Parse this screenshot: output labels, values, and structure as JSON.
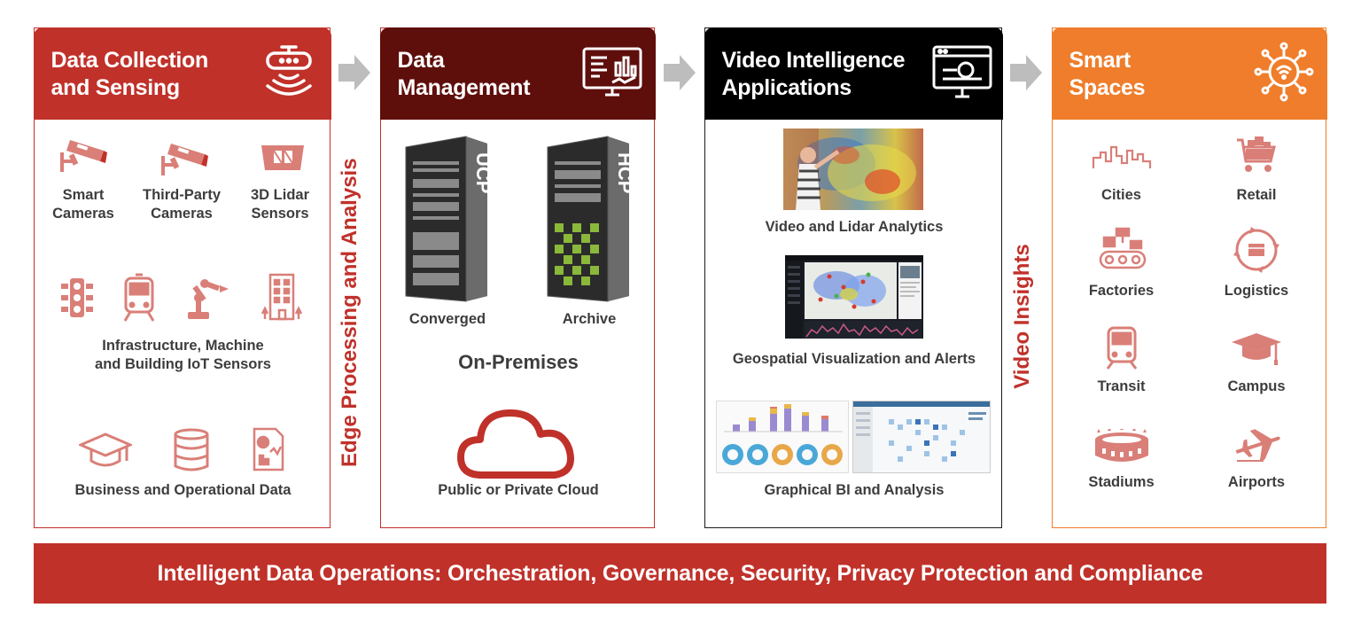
{
  "colors": {
    "red": "#c0312a",
    "dark_red": "#5e0e0b",
    "black": "#000000",
    "orange": "#ef7d2b",
    "icon_pink": "#d97f78",
    "text_gray": "#3d3d3d",
    "arrow_gray": "#bdbdbd"
  },
  "columns": {
    "collection": {
      "title": "Data Collection\nand Sensing",
      "icon": "sensor-icon",
      "devices": [
        {
          "label": "Smart\nCameras",
          "icon": "security-camera-icon"
        },
        {
          "label": "Third-Party\nCameras",
          "icon": "security-camera-icon"
        },
        {
          "label": "3D Lidar\nSensors",
          "icon": "lidar-sensor-icon"
        }
      ],
      "iot_icons": [
        "traffic-light-icon",
        "train-icon",
        "robot-arm-icon",
        "building-icon"
      ],
      "iot_label": "Infrastructure, Machine\nand Building IoT Sensors",
      "business_icons": [
        "graduation-cap-icon",
        "database-icon",
        "report-document-icon"
      ],
      "business_label": "Business and Operational Data"
    },
    "management": {
      "title": "Data\nManagement",
      "icon": "dashboard-monitor-icon",
      "servers": [
        {
          "rack_text": "UCP",
          "label": "Converged"
        },
        {
          "rack_text": "HCP",
          "label": "Archive"
        }
      ],
      "onprem_label": "On-Premises",
      "cloud_icon": "cloud-icon",
      "cloud_label": "Public or Private Cloud"
    },
    "video": {
      "title": "Video Intelligence\nApplications",
      "icon": "video-monitor-icon",
      "apps": [
        {
          "label": "Video and Lidar Analytics"
        },
        {
          "label": "Geospatial Visualization and Alerts"
        },
        {
          "label": "Graphical BI and Analysis"
        }
      ]
    },
    "spaces": {
      "title": "Smart\nSpaces",
      "icon": "smart-hub-icon",
      "items": [
        {
          "label": "Cities",
          "icon": "city-skyline-icon"
        },
        {
          "label": "Retail",
          "icon": "shopping-cart-icon"
        },
        {
          "label": "Factories",
          "icon": "conveyor-icon"
        },
        {
          "label": "Logistics",
          "icon": "logistics-cycle-icon"
        },
        {
          "label": "Transit",
          "icon": "train-icon"
        },
        {
          "label": "Campus",
          "icon": "graduation-cap-icon"
        },
        {
          "label": "Stadiums",
          "icon": "stadium-icon"
        },
        {
          "label": "Airports",
          "icon": "airplane-icon"
        }
      ]
    }
  },
  "connectors": {
    "edge": "Edge Processing and Analysis",
    "insights": "Video Insights"
  },
  "footer": "Intelligent Data Operations: Orchestration, Governance, Security, Privacy Protection and Compliance"
}
